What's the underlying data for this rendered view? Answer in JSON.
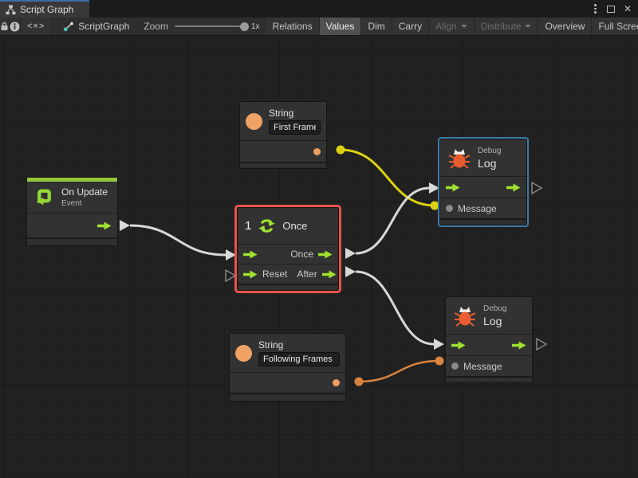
{
  "window": {
    "tab_title": "Script Graph",
    "controls": {
      "close_glyph": "✕"
    }
  },
  "toolbar": {
    "code_glyph": "<×>",
    "breadcrumb_label": "ScriptGraph",
    "zoom_label": "Zoom",
    "zoom_value": "1x",
    "buttons": [
      {
        "label": "Relations",
        "state": "normal"
      },
      {
        "label": "Values",
        "state": "active"
      },
      {
        "label": "Dim",
        "state": "normal"
      },
      {
        "label": "Carry",
        "state": "normal"
      },
      {
        "label": "Align",
        "state": "disabled-dropdown"
      },
      {
        "label": "Distribute",
        "state": "disabled-dropdown"
      },
      {
        "label": "Overview",
        "state": "normal"
      },
      {
        "label": "Full Screen",
        "state": "normal"
      }
    ]
  },
  "graph": {
    "nodes": {
      "string_first": {
        "title": "String",
        "value": "First Frame"
      },
      "on_update": {
        "title": "On Update",
        "subtitle": "Event"
      },
      "once": {
        "badge": "1",
        "title": "Once",
        "out_label": "Once",
        "reset_label": "Reset",
        "after_label": "After"
      },
      "debug_top": {
        "kind": "Debug",
        "title": "Log",
        "message_label": "Message",
        "selected": true
      },
      "debug_bottom": {
        "kind": "Debug",
        "title": "Log",
        "message_label": "Message",
        "selected": false
      },
      "string_following": {
        "title": "String",
        "value": "Following Frames"
      }
    },
    "colors": {
      "flow_wire": "#d8d8d8",
      "value_wire_yellow": "#ddd212",
      "value_wire_orange": "#d9833f",
      "port_green": "#9ee22f",
      "selection_red": "#e8544a",
      "selection_blue": "#3d7ca6",
      "value_port_orange": "#ef9f5d",
      "event_strip_green": "#93c83a"
    }
  }
}
